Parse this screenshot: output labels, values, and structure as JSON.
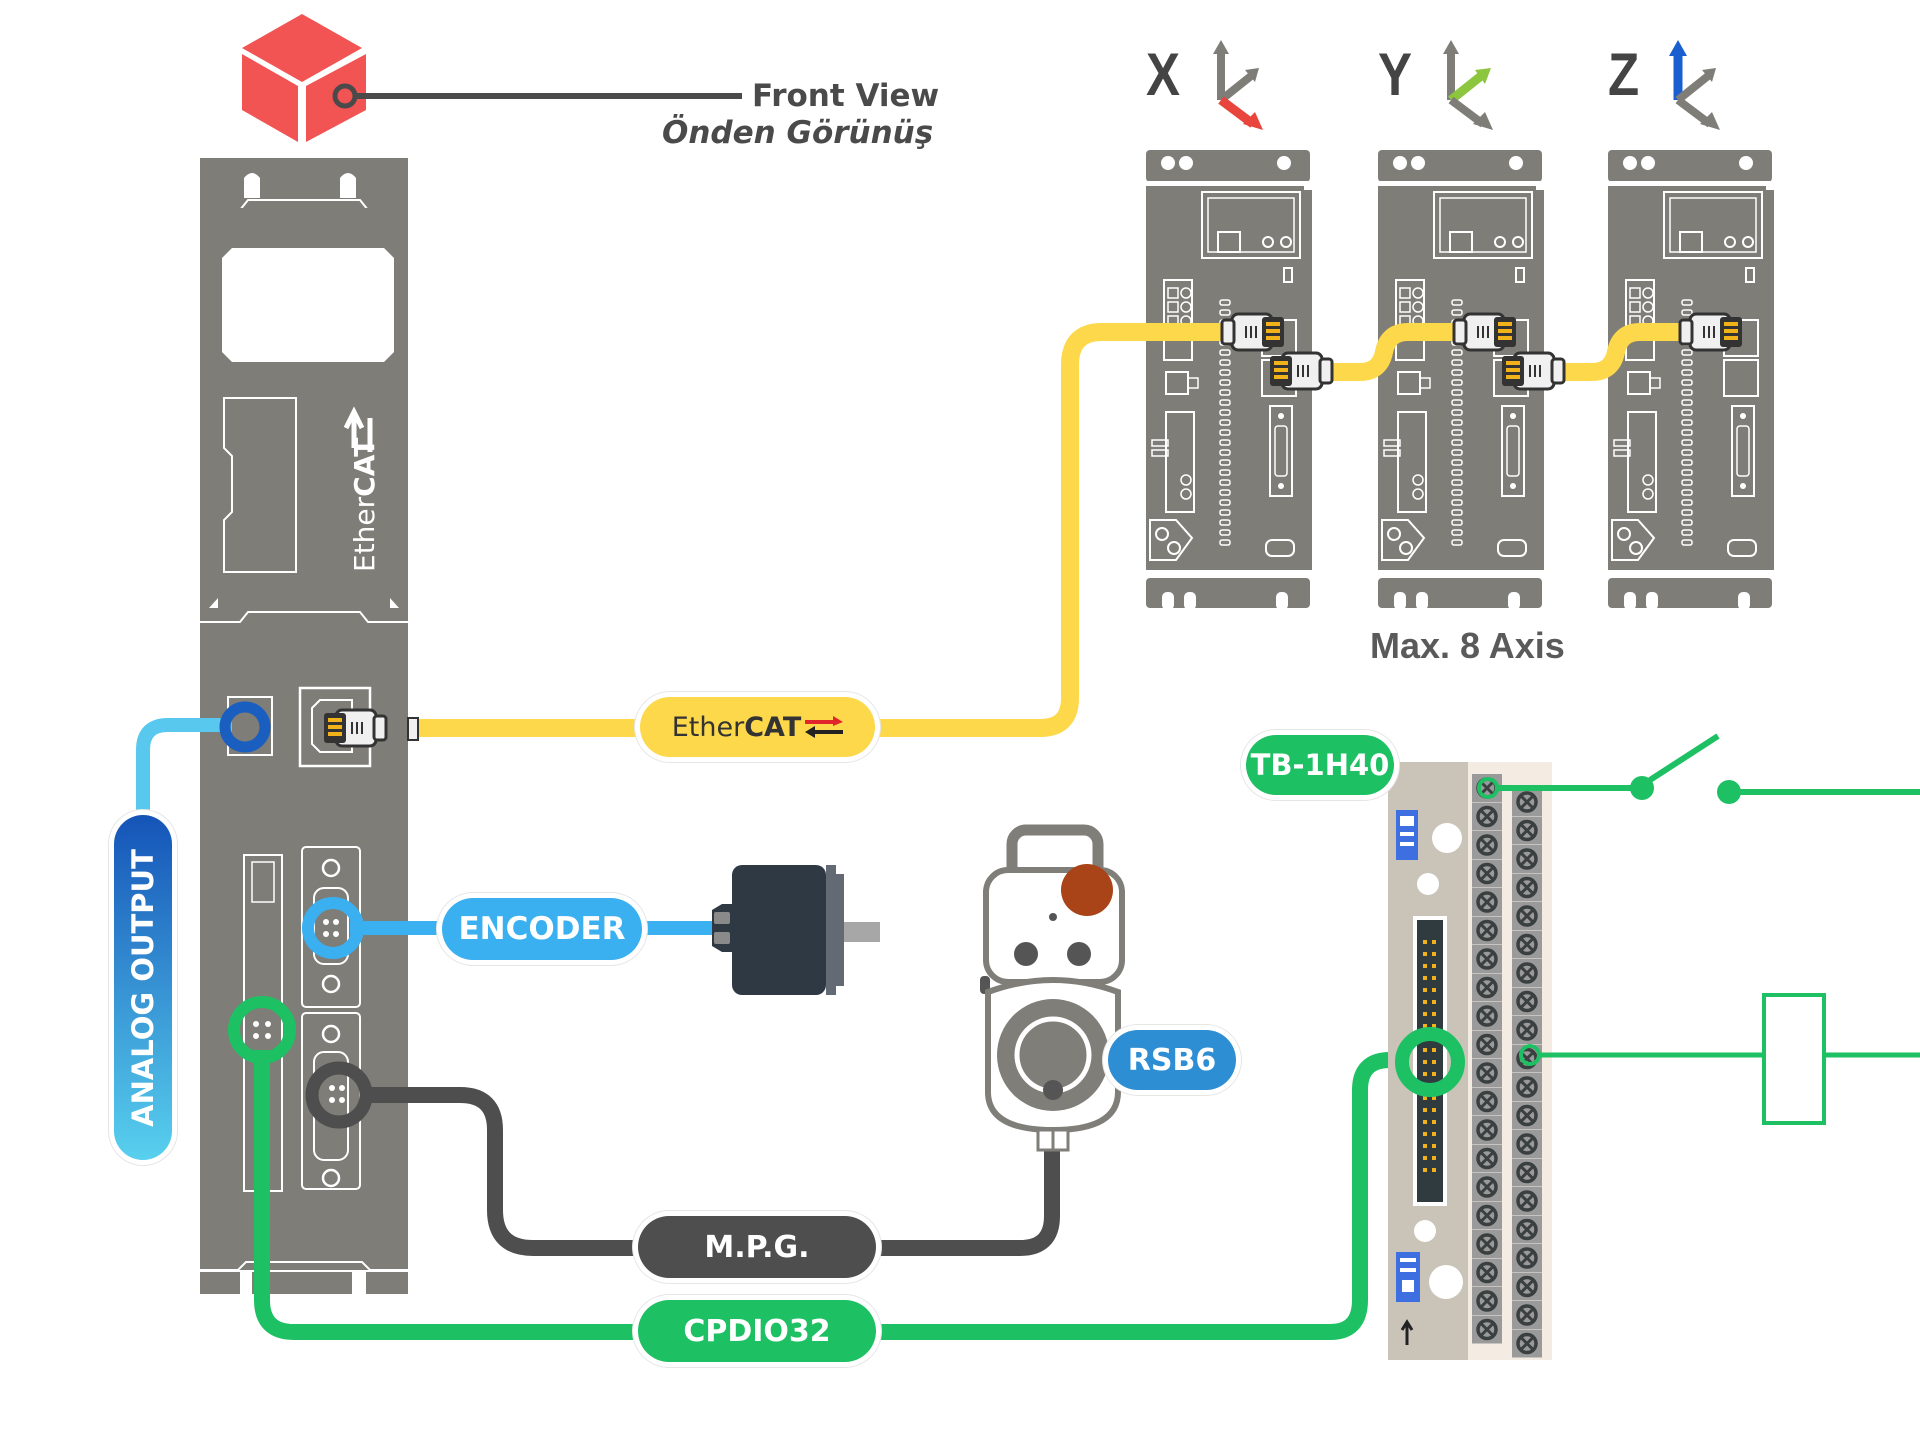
{
  "title": {
    "front_view": "Front View",
    "front_view_tr": "Önden Görünüş"
  },
  "axes": [
    {
      "letter": "X",
      "highlight_color": "#e8453c"
    },
    {
      "letter": "Y",
      "highlight_color": "#8cc63f"
    },
    {
      "letter": "Z",
      "highlight_color": "#1a5fd0"
    }
  ],
  "drives_caption": "Max. 8 Axis",
  "controller": {
    "logo_light": "Ether",
    "logo_bold": "CAT"
  },
  "connections": {
    "ethercat": {
      "light": "Ether",
      "bold": "CAT",
      "color": "#fcd84a"
    },
    "encoder": {
      "label": "ENCODER",
      "color": "#3ab0f0"
    },
    "rsb6": {
      "label": "RSB6",
      "color": "#2e8ed4"
    },
    "mpg": {
      "label": "M.P.G.",
      "color": "#4e4e4e"
    },
    "cpdio32": {
      "label": "CPDIO32",
      "color": "#1ec064"
    },
    "tb1h40": {
      "label": "TB-1H40",
      "color": "#1ec064"
    },
    "analog_output": {
      "label": "ANALOG OUTPUT",
      "color_top": "#1554b8",
      "color_bottom": "#58d0ee"
    }
  },
  "colors": {
    "device_gray": "#7e7d77",
    "cube_red": "#f25353",
    "pendant_button": "#a94418",
    "terminal_beige": "#c9c3b8"
  }
}
